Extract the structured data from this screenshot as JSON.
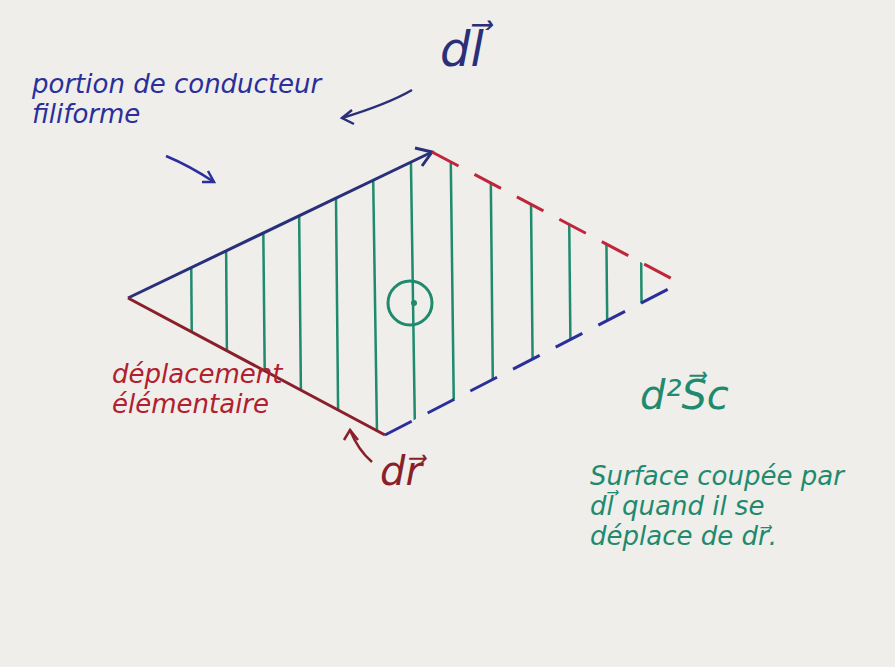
{
  "diagram": {
    "labels": [
      "portion de conducteur filiforme",
      "dl⃗",
      "déplacement élémentaire",
      "dr⃗",
      "d²S⃗c",
      "Surface coupée par dl⃗ quand il se déplace de dr⃗."
    ]
  }
}
